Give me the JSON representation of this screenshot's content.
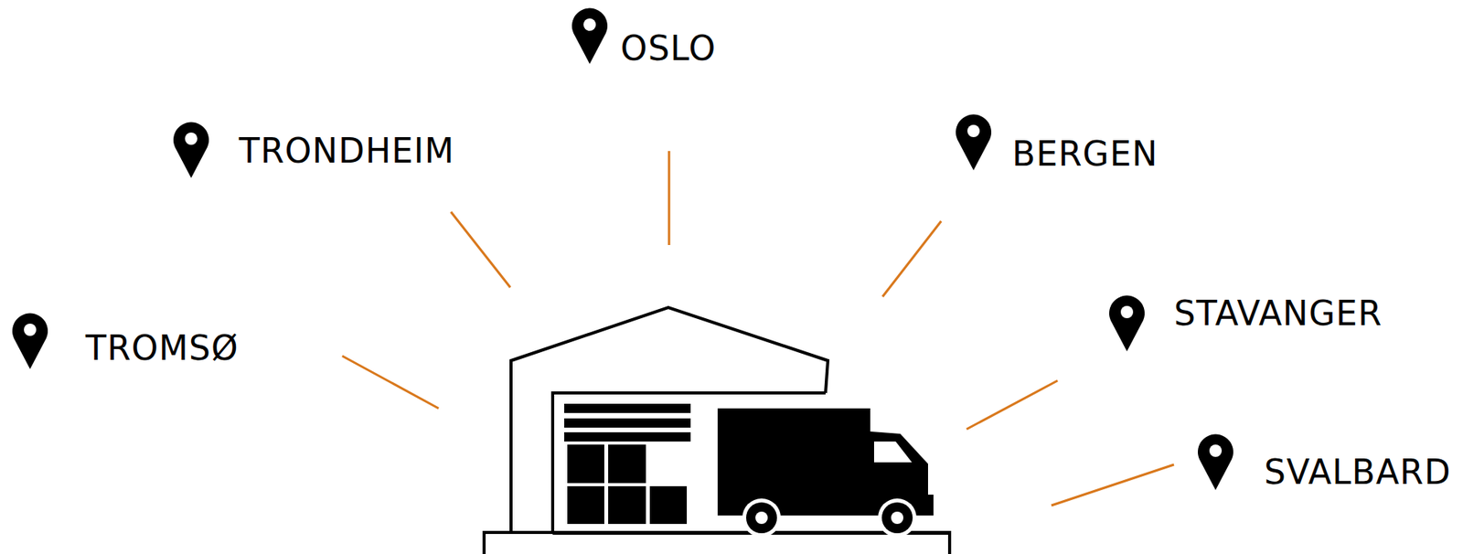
{
  "diagram": {
    "labels": [
      "OSLO",
      "TRONDHEIM",
      "BERGEN",
      "STAVANGER",
      "TROMSØ",
      "SVALBARD"
    ]
  }
}
